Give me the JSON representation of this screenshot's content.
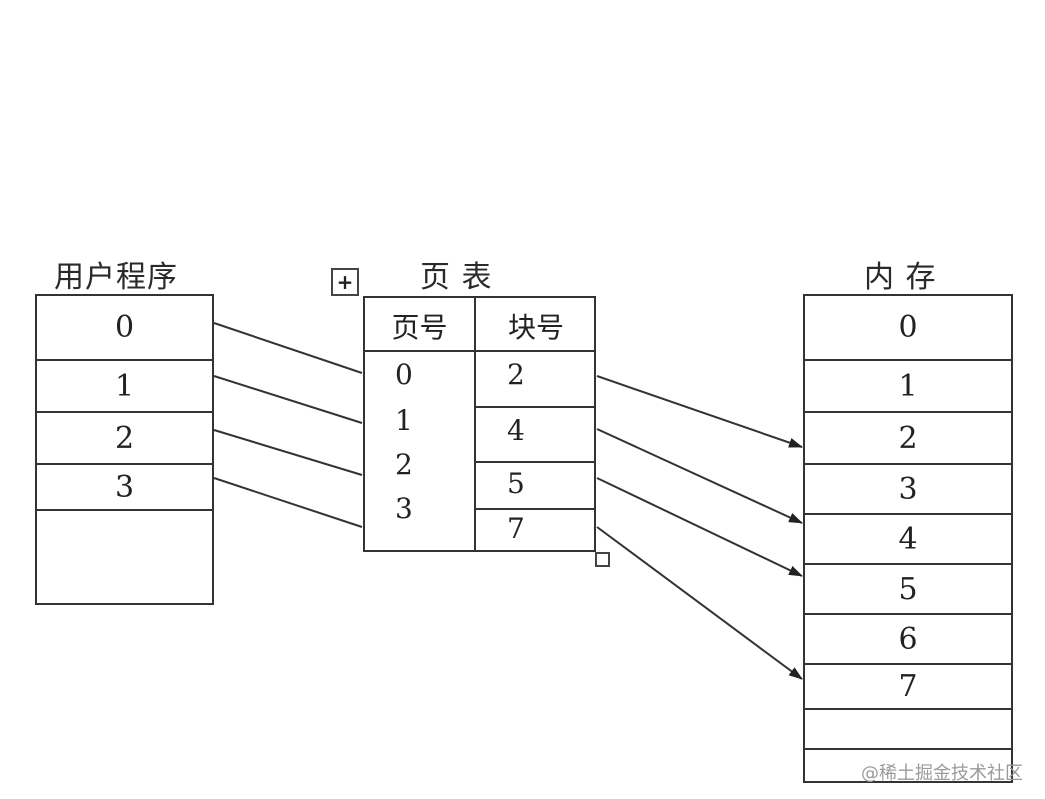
{
  "titles": {
    "user_program": "用户程序",
    "page_table": "页 表",
    "memory": "内 存"
  },
  "user_program": {
    "rows": [
      "0",
      "1",
      "2",
      "3",
      ""
    ]
  },
  "page_table": {
    "headers": {
      "page_no": "页号",
      "block_no": "块号"
    },
    "page_numbers": [
      "0",
      "1",
      "2",
      "3"
    ],
    "block_numbers": [
      "2",
      "4",
      "5",
      "7"
    ]
  },
  "memory": {
    "rows": [
      "0",
      "1",
      "2",
      "3",
      "4",
      "5",
      "6",
      "7",
      "",
      ""
    ]
  },
  "handles": {
    "move_icon": "move-handle-icon",
    "resize_icon": "resize-handle-icon"
  },
  "watermark": "@稀土掘金技术社区"
}
